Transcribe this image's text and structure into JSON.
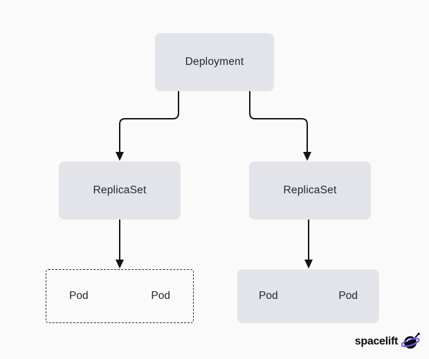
{
  "diagram": {
    "deployment": {
      "label": "Deployment"
    },
    "replicasets": [
      {
        "label": "ReplicaSet"
      },
      {
        "label": "ReplicaSet"
      }
    ],
    "pod_groups": [
      {
        "style": "dashed",
        "pods": [
          {
            "label": "Pod"
          },
          {
            "label": "Pod"
          }
        ]
      },
      {
        "style": "solid",
        "pods": [
          {
            "label": "Pod"
          },
          {
            "label": "Pod"
          }
        ]
      }
    ]
  },
  "branding": {
    "logo_text": "spacelift"
  },
  "colors": {
    "background": "#fafafb",
    "node_fill": "#e3e4ea",
    "node_text": "#23262d",
    "arrow": "#141414",
    "dashed_border": "#2b2b2b",
    "logo_accent": "#6f5cf7",
    "logo_dark": "#0b0b0f"
  }
}
